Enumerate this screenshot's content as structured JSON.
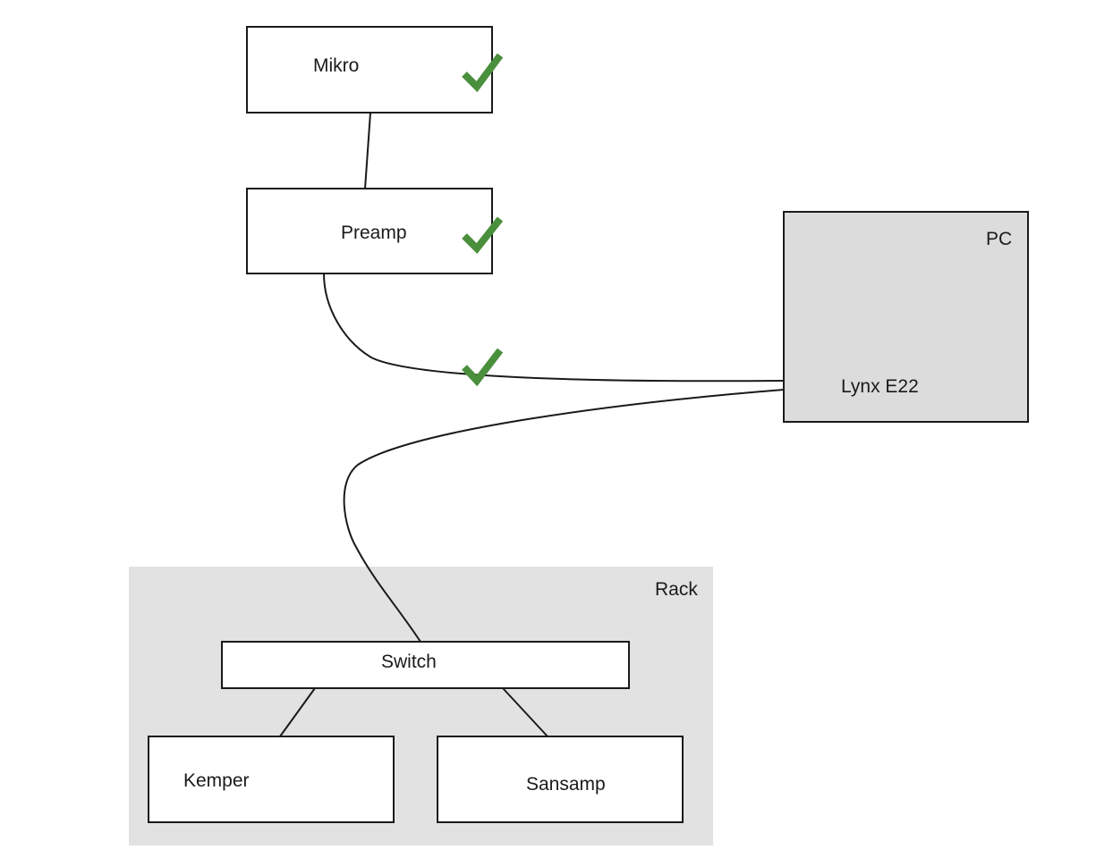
{
  "colors": {
    "stroke": "#1a1a1a",
    "box_fill": "#ffffff",
    "pc_fill": "#dcdcdc",
    "rack_fill": "#e2e2e2",
    "check": "#4a8f3c"
  },
  "nodes": {
    "mikro": {
      "label": "Mikro",
      "checked": true
    },
    "preamp": {
      "label": "Preamp",
      "checked": true
    },
    "pc": {
      "label": "PC",
      "interface_label": "Lynx E22"
    },
    "rack": {
      "label": "Rack"
    },
    "switch": {
      "label": "Switch"
    },
    "kemper": {
      "label": "Kemper"
    },
    "sansamp": {
      "label": "Sansamp"
    }
  },
  "edges": [
    {
      "from": "mikro",
      "to": "preamp"
    },
    {
      "from": "preamp",
      "to": "pc",
      "checked": true
    },
    {
      "from": "pc",
      "to": "switch"
    },
    {
      "from": "switch",
      "to": "kemper"
    },
    {
      "from": "switch",
      "to": "sansamp"
    }
  ]
}
